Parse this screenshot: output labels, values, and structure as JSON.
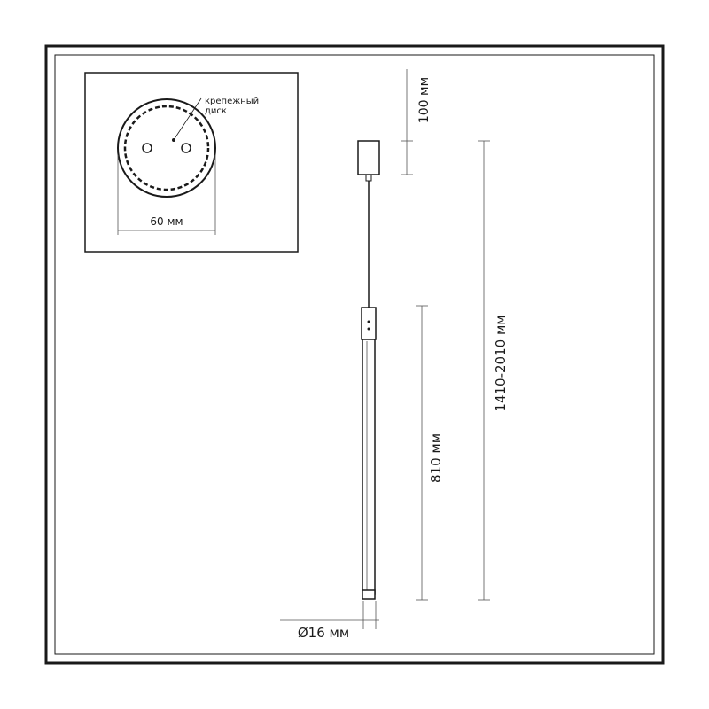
{
  "inset": {
    "disk_label_line1": "крепежный",
    "disk_label_line2": "диск",
    "width_label": "60 мм"
  },
  "dimensions": {
    "canopy_height": "100 мм",
    "total_height": "1410-2010 мм",
    "tube_length": "810 мм",
    "tube_diameter": "Ø16 мм"
  },
  "colors": {
    "line": "#1a1a1a",
    "dimension": "#555555",
    "background": "#ffffff"
  }
}
